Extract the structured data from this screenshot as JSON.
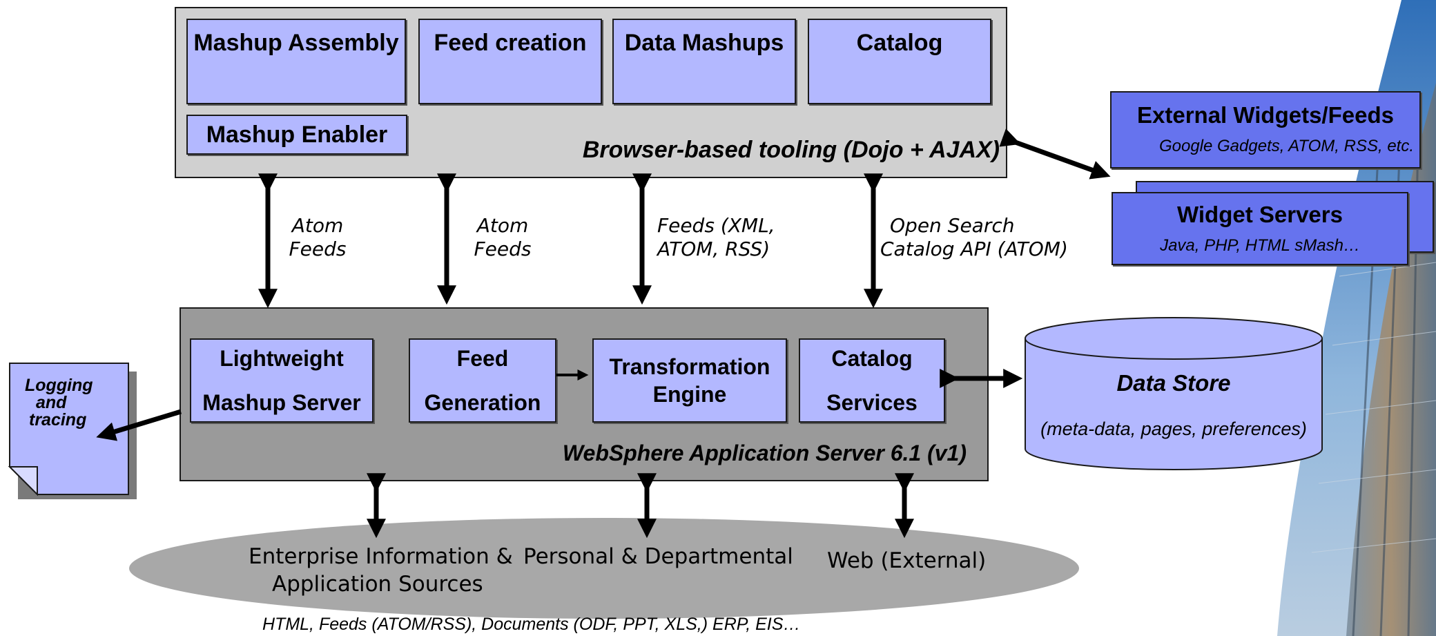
{
  "tooling": {
    "boxes": [
      "Mashup Assembly",
      "Feed creation",
      "Data Mashups",
      "Catalog",
      "Mashup Enabler"
    ],
    "caption": "Browser-based tooling (Dojo + AJAX)"
  },
  "external": {
    "widgets_title": "External Widgets/Feeds",
    "widgets_sub": "Google Gadgets, ATOM, RSS, etc.",
    "servers_title": "Widget Servers",
    "servers_sub": "Java, PHP, HTML sMash…"
  },
  "connectors": {
    "c1": [
      "Atom",
      "Feeds"
    ],
    "c2": [
      "Atom",
      "Feeds"
    ],
    "c3": [
      "Feeds (XML,",
      "ATOM, RSS)"
    ],
    "c4": [
      "Open Search",
      "Catalog API (ATOM)"
    ]
  },
  "server": {
    "boxes": [
      [
        "Lightweight",
        "Mashup Server"
      ],
      [
        "Feed",
        "Generation"
      ],
      [
        "Transformation",
        "Engine"
      ],
      [
        "Catalog",
        "Services"
      ]
    ],
    "caption": "WebSphere Application Server 6.1 (v1)"
  },
  "logging": [
    "Logging",
    "and",
    "tracing"
  ],
  "datastore": {
    "title": "Data Store",
    "sub": "(meta-data, pages, preferences)"
  },
  "sources": {
    "enterprise": [
      "Enterprise Information &",
      "Application Sources"
    ],
    "personal": "Personal & Departmental",
    "web": "Web (External)",
    "footer": "HTML, Feeds (ATOM/RSS), Documents (ODF, PPT, XLS,) ERP, EIS…"
  },
  "colors": {
    "box_fill": "#b3b8ff",
    "tooling_panel": "#d0d0d0",
    "server_panel": "#9a9a9a",
    "external_fill": "#6673ee",
    "ellipse": "#a8a8a8"
  }
}
